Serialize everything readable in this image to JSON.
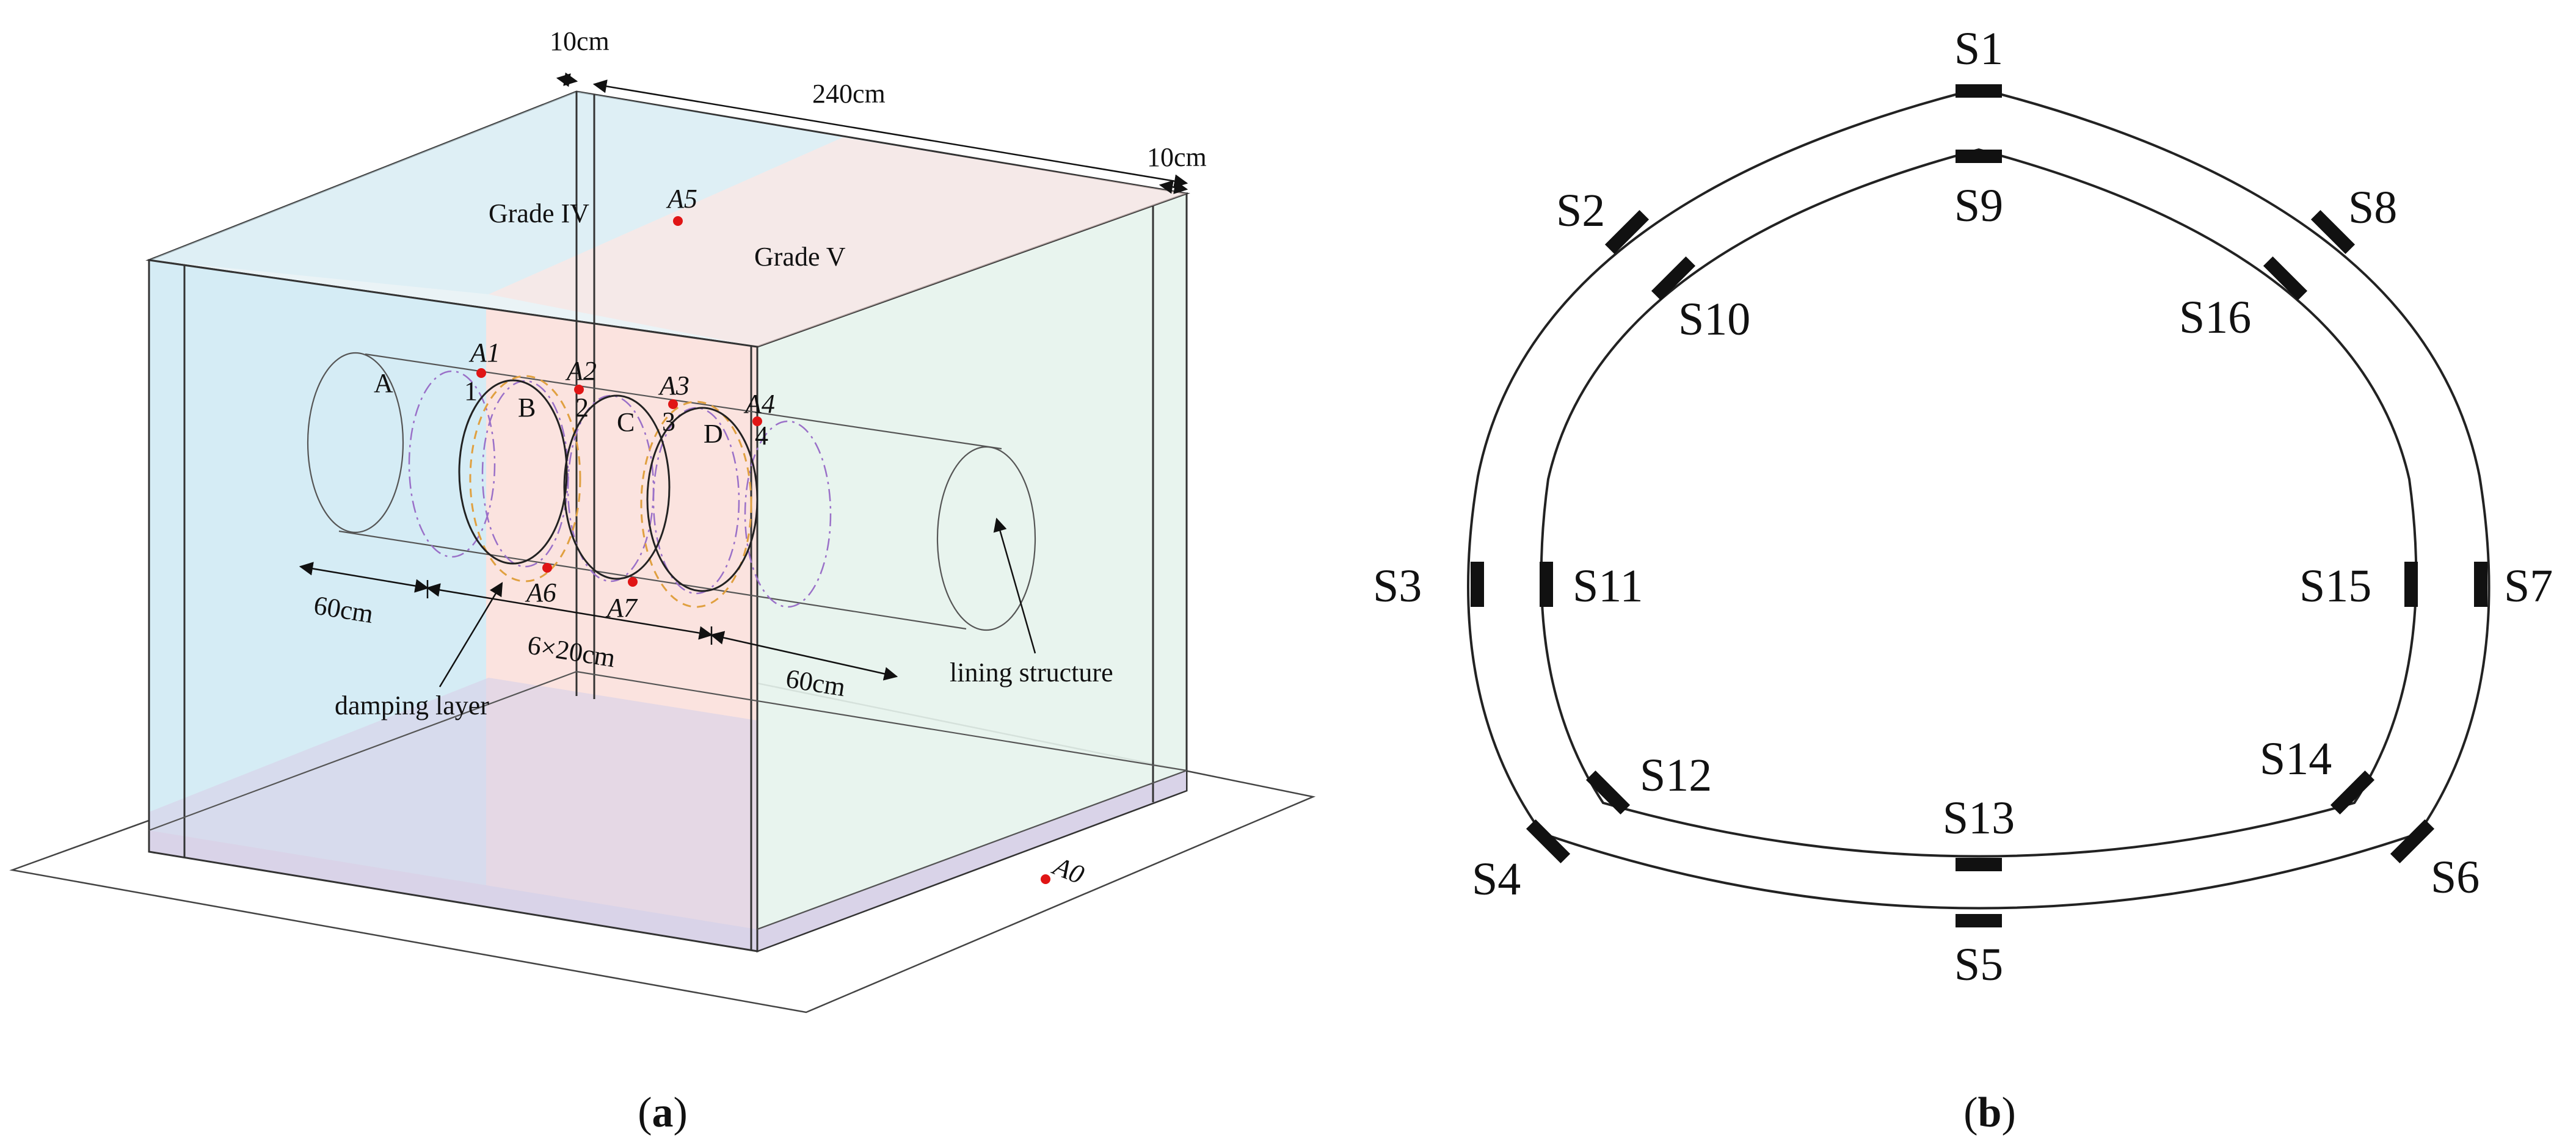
{
  "colors": {
    "grade_iv_zone": "#d5ecf5",
    "grade_v_zone": "#fbe3df",
    "base_slab": "#d9d3e8",
    "side_wall": "#e6f3ec",
    "sensor_point": "#e01515",
    "damping_layer_ring": "#e0a040",
    "ring_outline": "#9a70c8"
  },
  "panel_a": {
    "caption": {
      "open": "(",
      "letter": "a",
      "close": ")"
    },
    "dimensions": {
      "left_wall": "10cm",
      "length": "240cm",
      "right_wall": "10cm",
      "left_segment": "60cm",
      "middle_segment": "6×20cm",
      "right_segment": "60cm"
    },
    "zones": {
      "grade_iv": "Grade IV",
      "grade_v": "Grade V"
    },
    "points": {
      "a0": "A0",
      "a1": "A1",
      "a2": "A2",
      "a3": "A3",
      "a4": "A4",
      "a5": "A5",
      "a6": "A6",
      "a7": "A7"
    },
    "sections": {
      "a": "A",
      "b": "B",
      "c": "C",
      "d": "D"
    },
    "section_numbers": {
      "n1": "1",
      "n2": "2",
      "n3": "3",
      "n4": "4"
    },
    "callouts": {
      "damping_layer": "damping layer",
      "lining_structure": "lining structure"
    }
  },
  "panel_b": {
    "caption": {
      "open": "(",
      "letter": "b",
      "close": ")"
    },
    "gauges": {
      "s1": "S1",
      "s2": "S2",
      "s3": "S3",
      "s4": "S4",
      "s5": "S5",
      "s6": "S6",
      "s7": "S7",
      "s8": "S8",
      "s9": "S9",
      "s10": "S10",
      "s11": "S11",
      "s12": "S12",
      "s13": "S13",
      "s14": "S14",
      "s15": "S15",
      "s16": "S16"
    }
  }
}
